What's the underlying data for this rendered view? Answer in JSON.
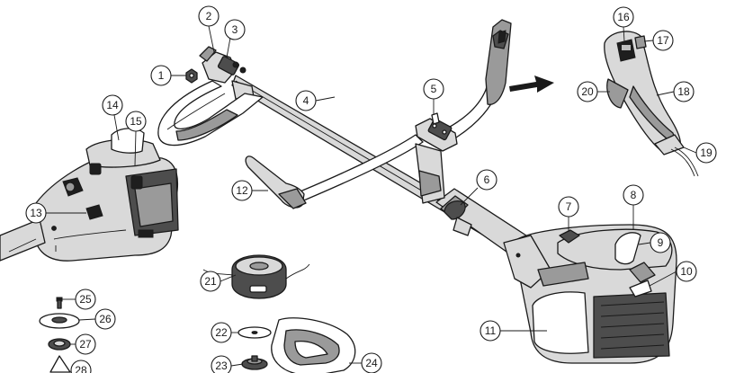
{
  "colors": {
    "ink": "#1a1a1a",
    "light_part": "#d9d9d9",
    "mid_part": "#9a9a9a",
    "dark_part": "#4d4d4d",
    "background": "#ffffff"
  },
  "callouts": [
    {
      "label": "1"
    },
    {
      "label": "2"
    },
    {
      "label": "3"
    },
    {
      "label": "4"
    },
    {
      "label": "5"
    },
    {
      "label": "6"
    },
    {
      "label": "7"
    },
    {
      "label": "8"
    },
    {
      "label": "9"
    },
    {
      "label": "10"
    },
    {
      "label": "11"
    },
    {
      "label": "12"
    },
    {
      "label": "13"
    },
    {
      "label": "14"
    },
    {
      "label": "15"
    },
    {
      "label": "16"
    },
    {
      "label": "17"
    },
    {
      "label": "18"
    },
    {
      "label": "19"
    },
    {
      "label": "20"
    },
    {
      "label": "21"
    },
    {
      "label": "22"
    },
    {
      "label": "23"
    },
    {
      "label": "24"
    },
    {
      "label": "25"
    },
    {
      "label": "26"
    },
    {
      "label": "27"
    },
    {
      "label": "28"
    }
  ]
}
